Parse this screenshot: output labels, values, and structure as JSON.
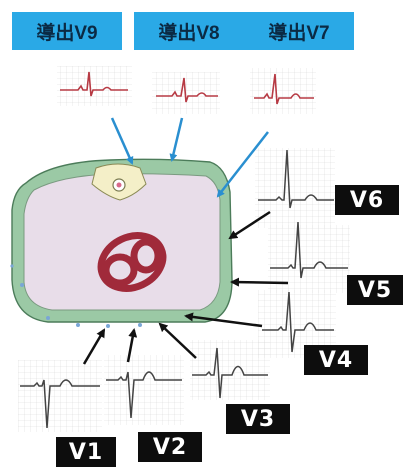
{
  "colors": {
    "label_box_bg": "#2aa9e6",
    "label_box_text": "#0b2a44",
    "dark_chip_bg": "#0d0d0d",
    "chip_text": "#ffffff",
    "posterior_ecg": "#b73a44",
    "precordial_ecg": "#444444",
    "arrow_blue": "#2a8fd0",
    "arrow_black": "#111111",
    "torso_green": "#9bc9a5",
    "torso_fill": "#e8dde9",
    "heart": "#a02a3a"
  },
  "posterior_leads": [
    {
      "label": "導出V9"
    },
    {
      "label": "導出V8"
    },
    {
      "label": "導出V7"
    }
  ],
  "precordial_leads": [
    {
      "label": "V6"
    },
    {
      "label": "V5"
    },
    {
      "label": "V4"
    },
    {
      "label": "V3"
    },
    {
      "label": "V2"
    },
    {
      "label": "V1"
    }
  ]
}
